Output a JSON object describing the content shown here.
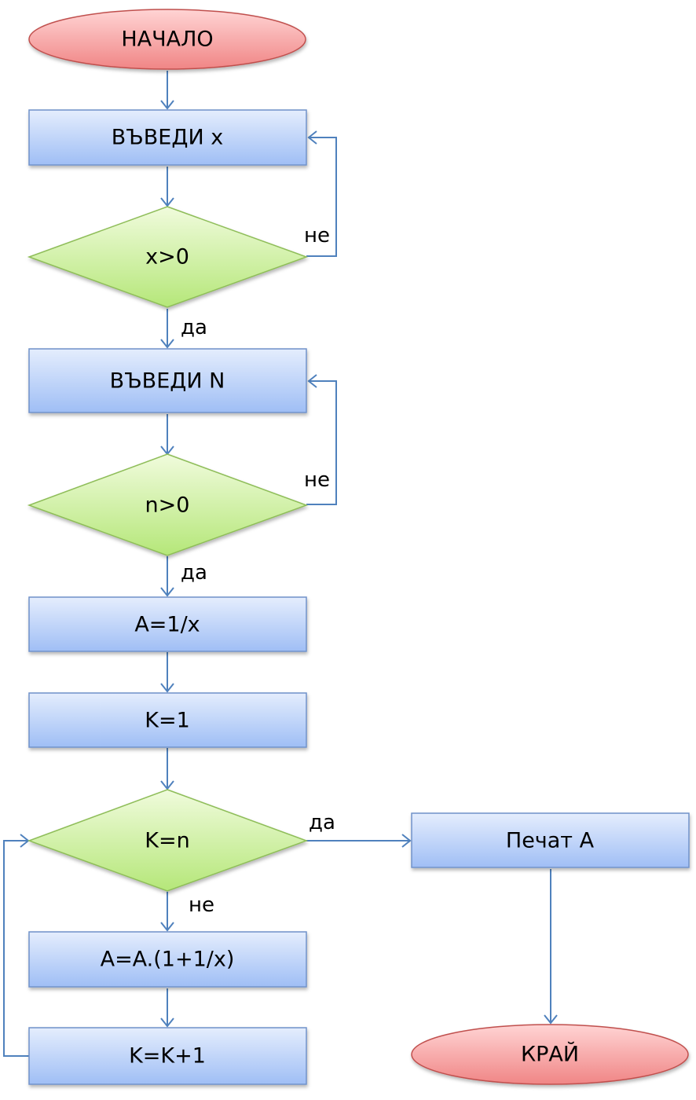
{
  "colors": {
    "connector": "#4f81bd",
    "terminal_fill_top": "#ffd4d4",
    "terminal_fill_bottom": "#f08585",
    "terminal_stroke": "#c0504d",
    "process_fill_top": "#e4edfd",
    "process_fill_bottom": "#9fbef5",
    "process_stroke": "#7092c9",
    "decision_fill_top": "#f0fbdc",
    "decision_fill_bottom": "#b5e779",
    "decision_stroke": "#8ebd58"
  },
  "nodes": {
    "start": "НАЧАЛО",
    "input_x": "ВЪВЕДИ x",
    "cond_x": "x>0",
    "input_n": "ВЪВЕДИ N",
    "cond_n": "n>0",
    "assign_a": "A=1/x",
    "assign_k": "K=1",
    "cond_k": "K=n",
    "print_a": "Печат A",
    "update_a": "A=A.(1+1/x)",
    "increment_k": "K=K+1",
    "end": "КРАЙ"
  },
  "labels": {
    "x_no": "не",
    "x_yes": "да",
    "n_no": "не",
    "n_yes": "да",
    "k_yes": "да",
    "k_no": "не"
  }
}
